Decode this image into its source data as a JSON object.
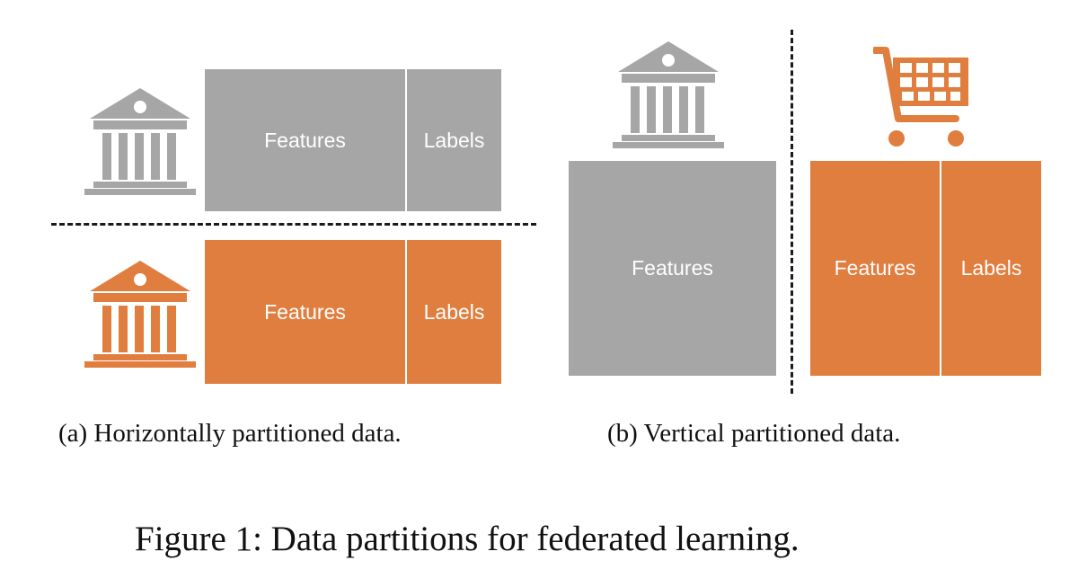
{
  "panel_a": {
    "top_party": {
      "features_label": "Features",
      "labels_label": "Labels",
      "color": "#a6a6a6",
      "icon": "bank-icon"
    },
    "bottom_party": {
      "features_label": "Features",
      "labels_label": "Labels",
      "color": "#e07e3f",
      "icon": "bank-icon"
    },
    "caption": "(a)  Horizontally partitioned data."
  },
  "panel_b": {
    "left_party": {
      "features_label": "Features",
      "color": "#a6a6a6",
      "icon": "bank-icon"
    },
    "right_party": {
      "features_label": "Features",
      "labels_label": "Labels",
      "color": "#e07e3f",
      "icon": "shopping-cart-icon"
    },
    "caption": "(b)  Vertical partitioned data."
  },
  "figure_caption": "Figure 1: Data partitions for federated learning."
}
